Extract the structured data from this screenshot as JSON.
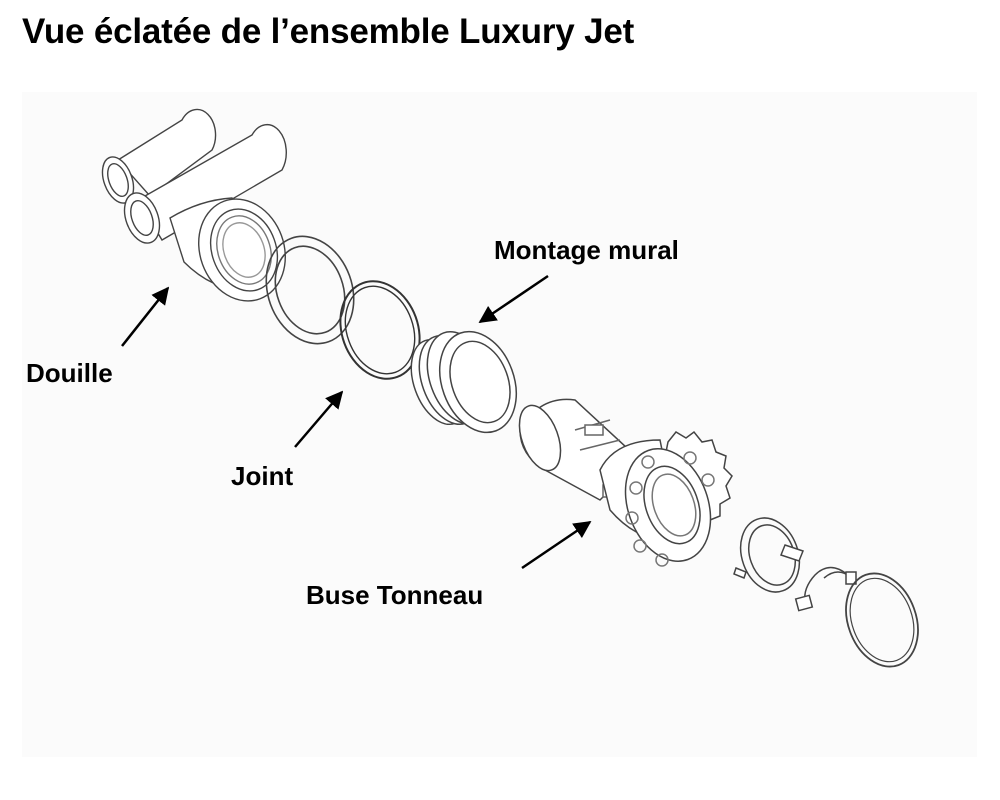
{
  "title": "Vue éclatée de l’ensemble Luxury Jet",
  "labels": {
    "douille": "Douille",
    "joint": "Joint",
    "montage_mural": "Montage mural",
    "buse_tonneau": "Buse Tonneau"
  }
}
